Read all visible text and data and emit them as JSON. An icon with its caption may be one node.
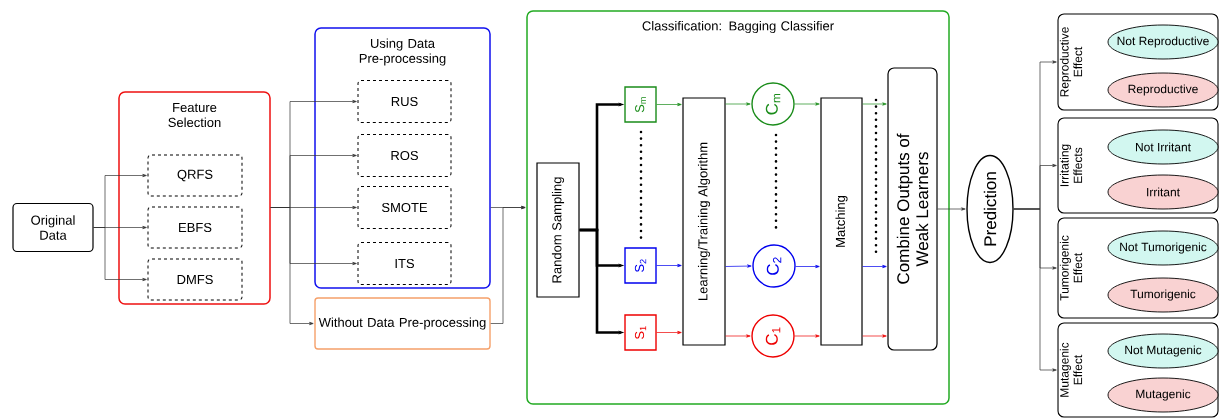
{
  "diagram": {
    "nodes": [
      {
        "text": [
          "Original Data"
        ]
      },
      {
        "text": [
          "Feature Selection"
        ]
      },
      {
        "text": [
          "QRFS"
        ],
        "in": 1
      },
      {
        "text": [
          "EBFS"
        ],
        "in": 1
      },
      {
        "text": [
          "DMFS"
        ],
        "in": 1
      },
      {
        "text": [
          "Using Data Pre-processing"
        ]
      },
      {
        "text": [
          "RUS"
        ],
        "in": 5
      },
      {
        "text": [
          "ROS"
        ],
        "in": 5
      },
      {
        "text": [
          "SMOTE"
        ],
        "in": 5
      },
      {
        "text": [
          "ITS"
        ],
        "in": 5
      },
      {
        "text": [
          "Without Data Pre-processing"
        ]
      },
      {
        "text": [
          "Classification: Bagging Classifier"
        ]
      },
      {
        "text": [
          "Random Sampling"
        ],
        "in": 11
      },
      {
        "text": [
          "S$_{m}$"
        ],
        "in": 11
      },
      {
        "text": [
          "S$_{2}$"
        ],
        "in": 11
      },
      {
        "text": [
          "S$_{1}$"
        ],
        "in": 11
      },
      {
        "text": [
          "Learning/Training Algorithm"
        ],
        "in": 11
      },
      {
        "text": [
          "C$_{m}$"
        ],
        "in": 11
      },
      {
        "text": [
          "C$_{2}$"
        ],
        "in": 11
      },
      {
        "text": [
          "C$_{1}$"
        ],
        "in": 11
      },
      {
        "text": [
          "Matching"
        ],
        "in": 11
      },
      {
        "text": [
          "Combine Outputs of Weak Learners"
        ],
        "in": 11
      },
      {
        "text": [
          "Prediction"
        ]
      },
      {
        "text": [
          "Reproductive Effect"
        ]
      },
      {
        "text": [
          "Not Reproductive"
        ],
        "in": 23
      },
      {
        "text": [
          "Reproductive"
        ],
        "in": 23
      },
      {
        "text": [
          "Irritating Effects"
        ]
      },
      {
        "text": [
          "Not Irritant"
        ],
        "in": 26
      },
      {
        "text": [
          "Irritant"
        ],
        "in": 26
      },
      {
        "text": [
          "Tumorigenic Effect"
        ]
      },
      {
        "text": [
          "Not Tumorigenic"
        ],
        "in": 29
      },
      {
        "text": [
          "Tumorigenic"
        ],
        "in": 29
      },
      {
        "text": [
          "Mutagenic Effect"
        ]
      },
      {
        "text": [
          "Not Mutagenic"
        ],
        "in": 32
      },
      {
        "text": [
          "Mutagenic"
        ],
        "in": 32
      }
    ],
    "edges": [
      {
        "from": 0,
        "to": 2,
        "arrow": "to"
      },
      {
        "from": 0,
        "to": 3,
        "arrow": "to"
      },
      {
        "from": 0,
        "to": 4,
        "arrow": "to"
      },
      {
        "from": 1,
        "to": 6,
        "arrow": "to"
      },
      {
        "from": 1,
        "to": 7,
        "arrow": "to"
      },
      {
        "from": 1,
        "to": 8,
        "arrow": "to"
      },
      {
        "from": 1,
        "to": 9,
        "arrow": "to"
      },
      {
        "from": 1,
        "to": 10,
        "arrow": "to"
      },
      {
        "from": 5,
        "to": 11,
        "arrow": "to"
      },
      {
        "from": 10,
        "to": 11,
        "arrow": "to"
      },
      {
        "from": 12,
        "to": 13,
        "arrow": "to",
        "style": "thick"
      },
      {
        "from": 12,
        "to": 14,
        "arrow": "to",
        "style": "thick"
      },
      {
        "from": 12,
        "to": 15,
        "arrow": "to",
        "style": "thick"
      },
      {
        "from": 13,
        "to": 16,
        "arrow": "to",
        "color": "#1a8c1a"
      },
      {
        "from": 14,
        "to": 16,
        "arrow": "to",
        "color": "#0000ee"
      },
      {
        "from": 15,
        "to": 16,
        "arrow": "to",
        "color": "#ee0000"
      },
      {
        "from": 16,
        "to": 17,
        "arrow": "to",
        "color": "#1a8c1a"
      },
      {
        "from": 16,
        "to": 18,
        "arrow": "to",
        "color": "#0000ee"
      },
      {
        "from": 16,
        "to": 19,
        "arrow": "to",
        "color": "#ee0000"
      },
      {
        "from": 17,
        "to": 20,
        "arrow": "to",
        "color": "#1a8c1a"
      },
      {
        "from": 18,
        "to": 20,
        "arrow": "to",
        "color": "#0000ee"
      },
      {
        "from": 19,
        "to": 20,
        "arrow": "to",
        "color": "#ee0000"
      },
      {
        "from": 20,
        "to": 21,
        "arrow": "to",
        "color": "#1a8c1a"
      },
      {
        "from": 20,
        "to": 21,
        "arrow": "to",
        "color": "#0000ee"
      },
      {
        "from": 20,
        "to": 21,
        "arrow": "to",
        "color": "#ee0000"
      },
      {
        "from": 21,
        "to": 22,
        "arrow": "to"
      },
      {
        "from": 22,
        "to": 23,
        "arrow": "to"
      },
      {
        "from": 22,
        "to": 26,
        "arrow": "to"
      },
      {
        "from": 22,
        "to": 29,
        "arrow": "to"
      },
      {
        "from": 22,
        "to": 32,
        "arrow": "to"
      }
    ]
  }
}
